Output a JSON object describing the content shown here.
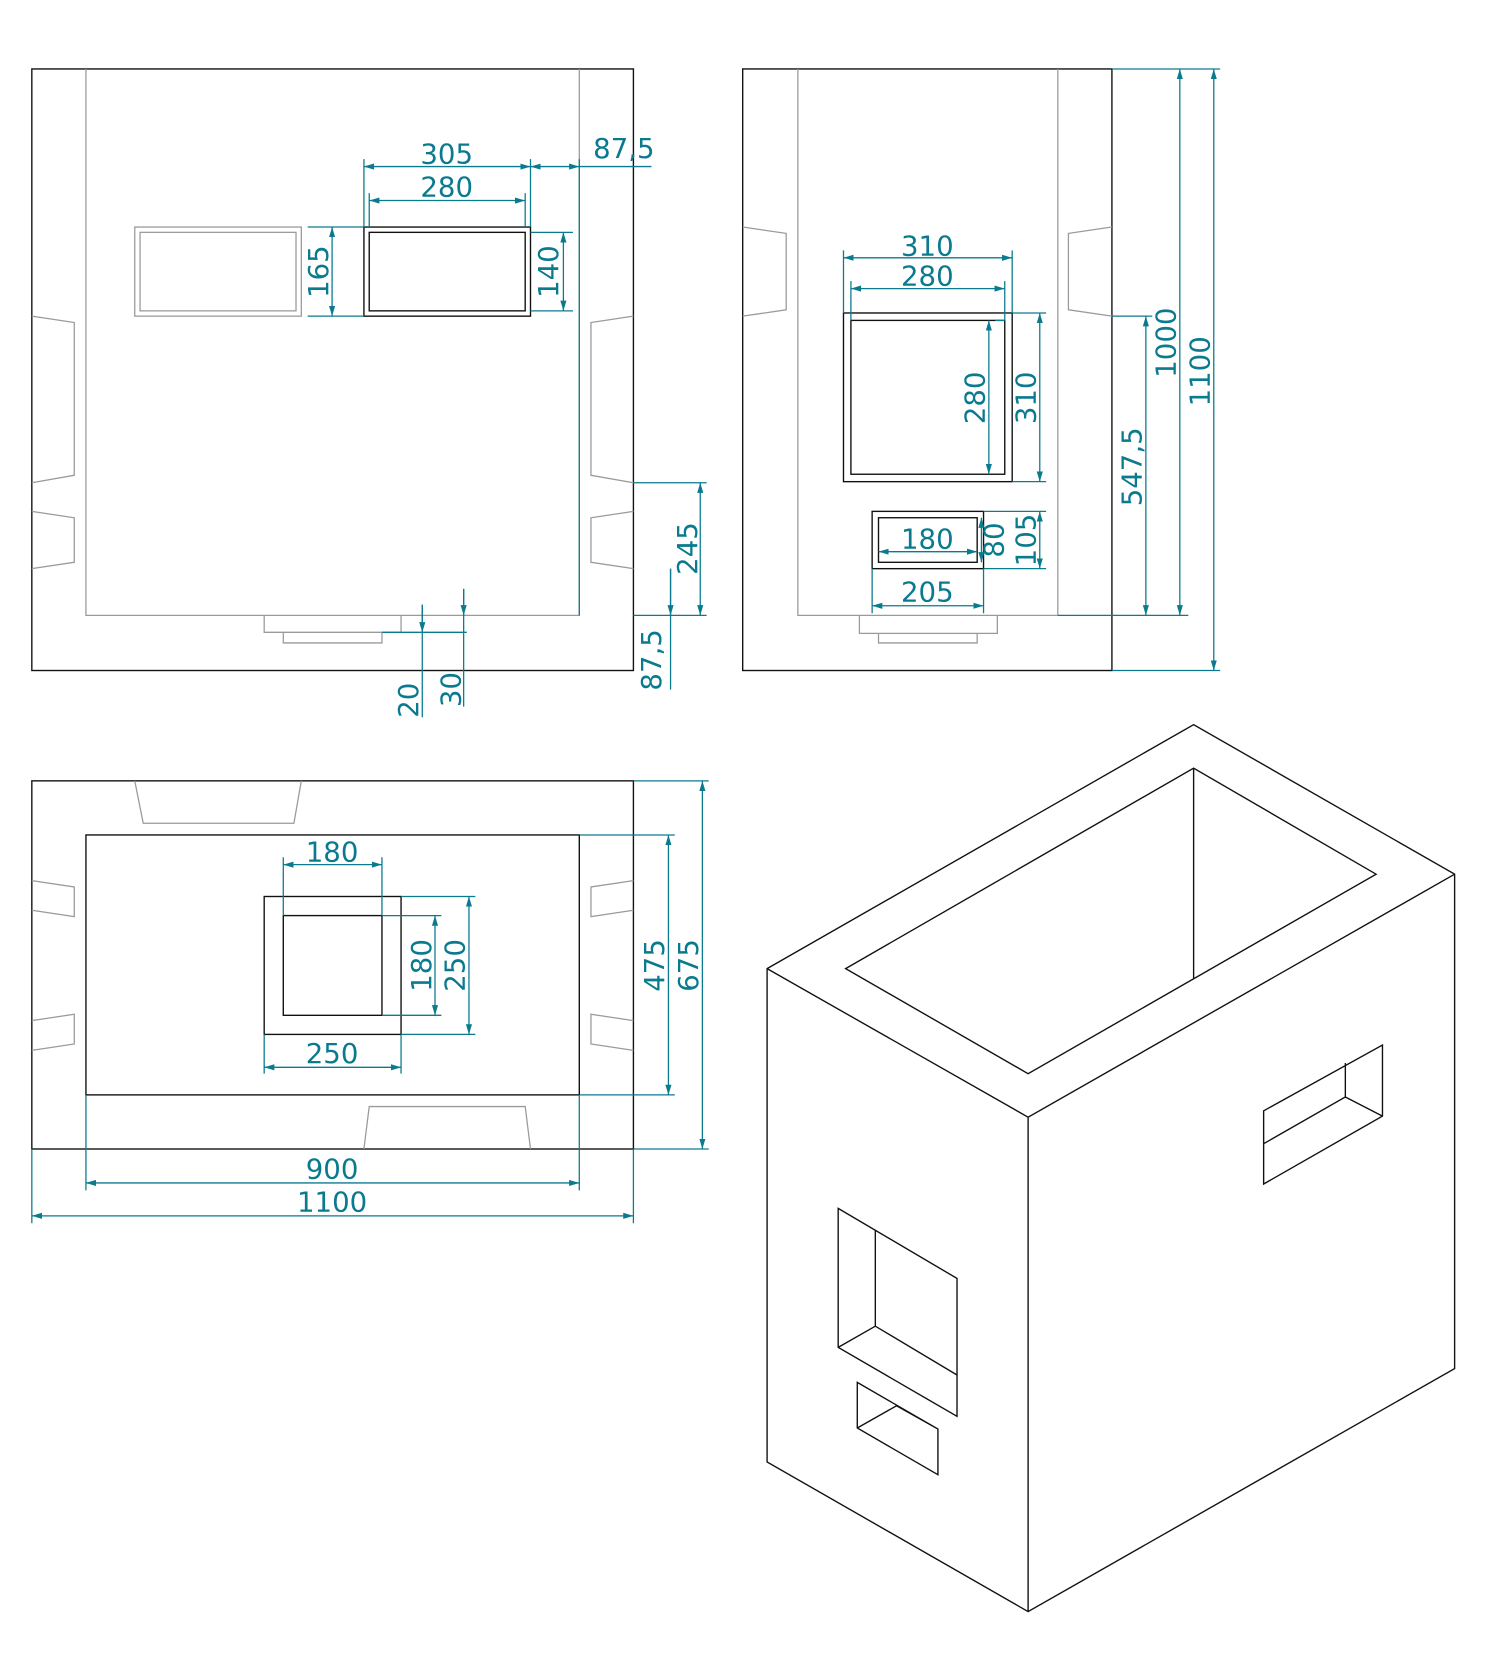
{
  "colors": {
    "dimension": "#0a7a8f",
    "outline": "#111111",
    "hidden": "#9a9a9a"
  },
  "front_view": {
    "dims": {
      "top_outer_width": "305",
      "top_inner_width": "280",
      "right_offset": "87,5",
      "outer_height": "165",
      "inner_height": "140",
      "side_height": "245",
      "bottom_offset": "87,5",
      "base_step_1": "20",
      "base_step_2": "30"
    }
  },
  "side_view": {
    "dims": {
      "window_outer_width": "310",
      "window_inner_width": "280",
      "window_inner_height": "280",
      "window_outer_height": "310",
      "slot_inner_width": "180",
      "slot_inner_height": "80",
      "slot_outer_height": "105",
      "slot_outer_width": "205",
      "window_elevation": "547,5",
      "inner_height": "1000",
      "total_height": "1100"
    }
  },
  "top_view": {
    "dims": {
      "opening_inner_width": "180",
      "opening_inner_depth": "180",
      "opening_outer_depth": "250",
      "opening_outer_width": "250",
      "inner_depth": "475",
      "total_depth": "675",
      "inner_width": "900",
      "total_width": "1100"
    }
  }
}
